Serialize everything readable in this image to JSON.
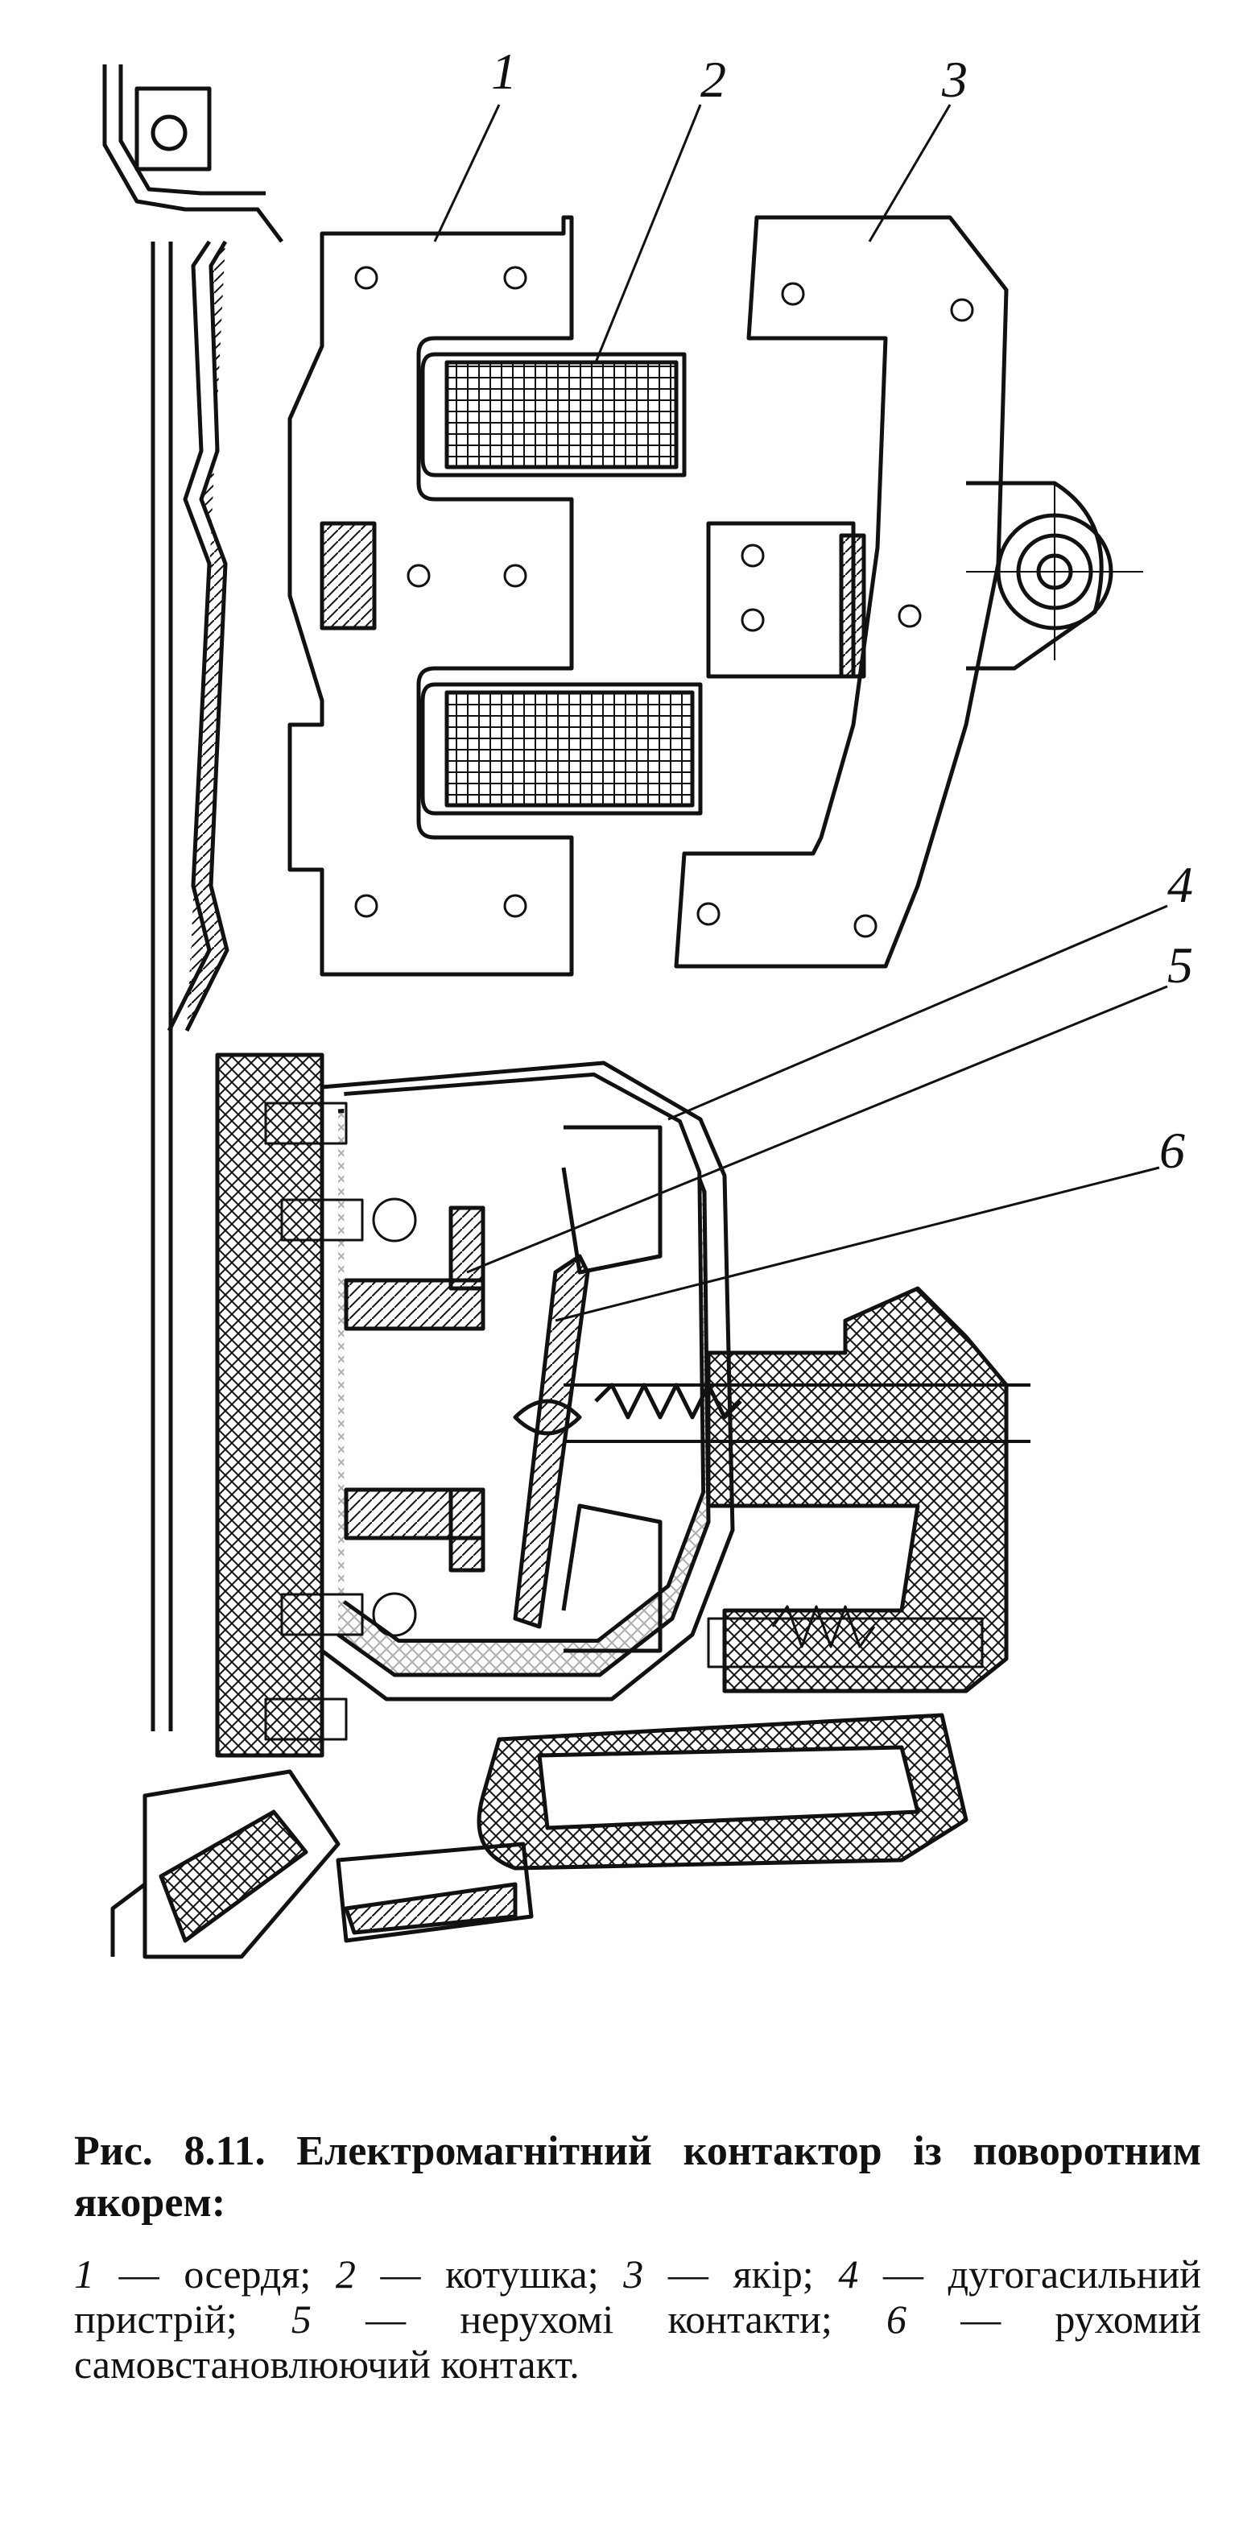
{
  "figure": {
    "callouts": [
      "1",
      "2",
      "3",
      "4",
      "5",
      "6"
    ]
  },
  "caption": {
    "title": "Рис. 8.11. Електромагнітний контактор із поворотним якорем:",
    "legend": [
      {
        "num": "1",
        "text": "осердя;"
      },
      {
        "num": "2",
        "text": "котушка;"
      },
      {
        "num": "3",
        "text": "якір;"
      },
      {
        "num": "4",
        "text": "дугогасильний пристрій;"
      },
      {
        "num": "5",
        "text": "нерухомі контакти;"
      },
      {
        "num": "6",
        "text": "рухомий самовстановлюючий контакт."
      }
    ]
  }
}
